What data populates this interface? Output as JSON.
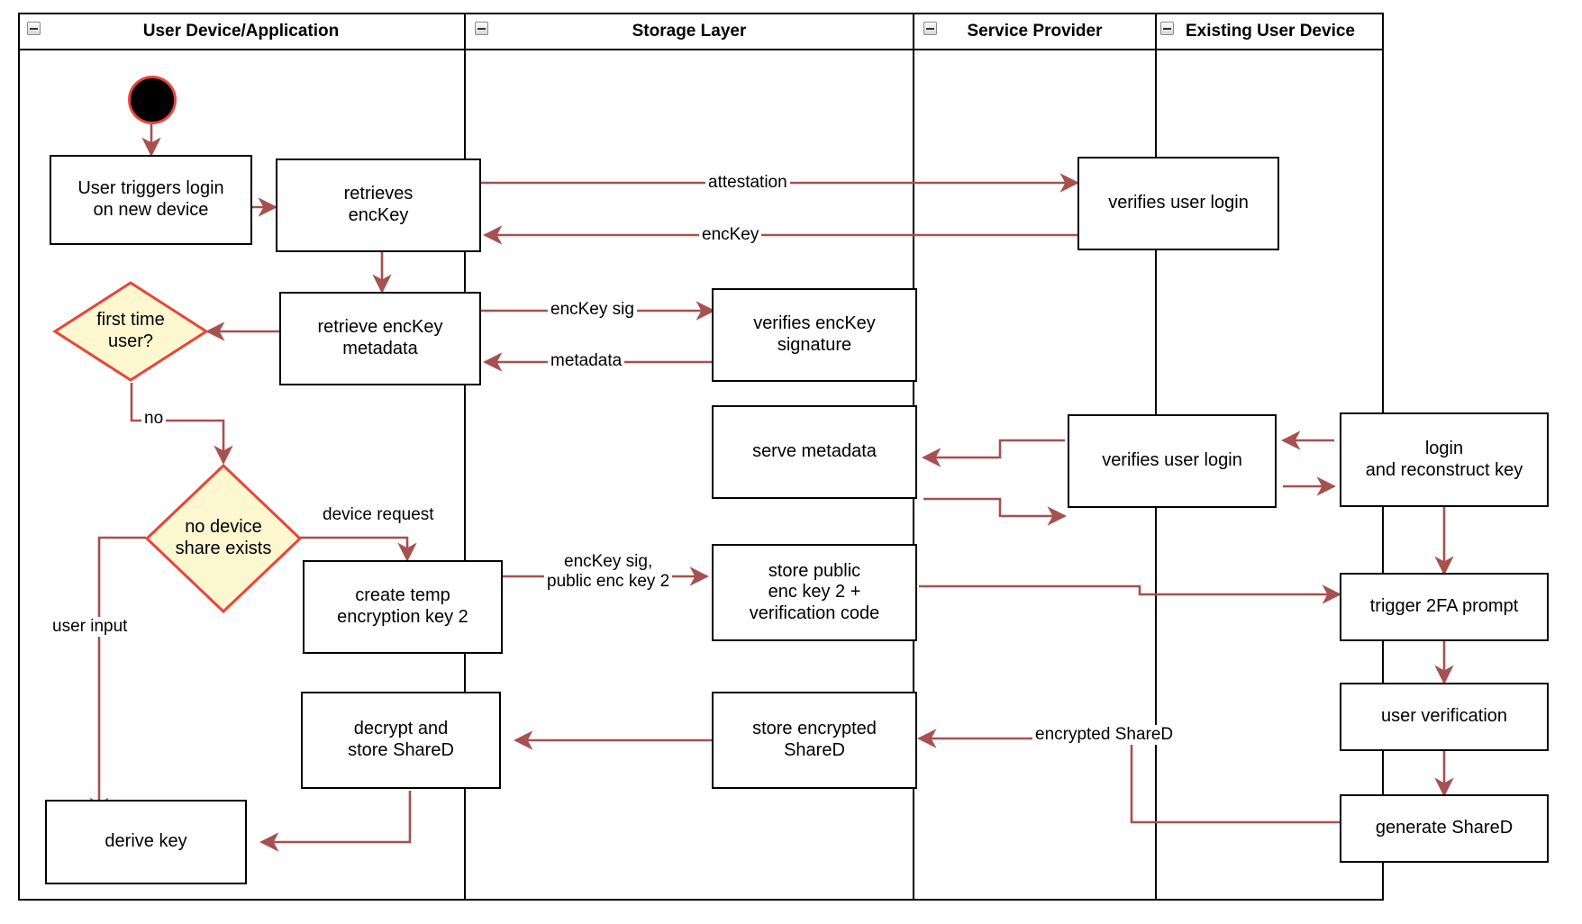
{
  "diagram": {
    "title": "Key recovery / device onboarding activity diagram",
    "colors": {
      "edge": "#a75050",
      "decision_fill": "#fdf8d0",
      "decision_stroke": "#e8453c",
      "node_stroke": "#000000",
      "start_fill": "#000000",
      "start_stroke": "#e8453c"
    }
  },
  "lanes": [
    {
      "id": "user-device",
      "label": "User Device/Application",
      "collapse_icon": "minus-icon"
    },
    {
      "id": "storage-layer",
      "label": "Storage Layer",
      "collapse_icon": "minus-icon"
    },
    {
      "id": "service-provider",
      "label": "Service Provider",
      "collapse_icon": "minus-icon"
    },
    {
      "id": "existing-user-device",
      "label": "Existing User Device",
      "collapse_icon": "minus-icon"
    }
  ],
  "nodes": {
    "start": {
      "type": "initial-node",
      "label": ""
    },
    "user_triggers_login": {
      "label": "User triggers login\non new device",
      "lane": "user-device"
    },
    "retrieves_enckey": {
      "label": "retrieves\nencKey",
      "lane": "user-device"
    },
    "retrieve_enckey_metadata": {
      "label": "retrieve encKey\nmetadata",
      "lane": "user-device"
    },
    "first_time_user": {
      "label": "first time\nuser?",
      "lane": "user-device",
      "type": "decision"
    },
    "no_device_share_exists": {
      "label": "no device\nshare exists",
      "lane": "user-device",
      "type": "decision"
    },
    "create_temp_encryption_key_2": {
      "label": "create temp\nencryption key 2",
      "lane": "user-device"
    },
    "decrypt_and_store_shared": {
      "label": "decrypt and\nstore ShareD",
      "lane": "user-device"
    },
    "derive_key": {
      "label": "derive key",
      "lane": "user-device"
    },
    "verifies_enckey_signature": {
      "label": "verifies encKey\nsignature",
      "lane": "storage-layer"
    },
    "serve_metadata": {
      "label": "serve metadata",
      "lane": "storage-layer"
    },
    "store_public_enc_key_2": {
      "label": "store public\nenc key 2 +\nverification code",
      "lane": "storage-layer"
    },
    "store_encrypted_shared": {
      "label": "store encrypted\nShareD",
      "lane": "storage-layer"
    },
    "verifies_user_login_1": {
      "label": "verifies user login",
      "lane": "service-provider"
    },
    "verifies_user_login_2": {
      "label": "verifies user login",
      "lane": "service-provider"
    },
    "login_and_reconstruct_key": {
      "label": "login\nand reconstruct key",
      "lane": "existing-user-device"
    },
    "trigger_2fa_prompt": {
      "label": "trigger 2FA prompt",
      "lane": "existing-user-device"
    },
    "user_verification": {
      "label": "user verification",
      "lane": "existing-user-device"
    },
    "generate_shared": {
      "label": "generate ShareD",
      "lane": "existing-user-device"
    }
  },
  "edge_labels": {
    "attestation": "attestation",
    "enckey": "encKey",
    "enckey_sig": "encKey sig",
    "metadata": "metadata",
    "no": "no",
    "device_request": "device request",
    "user_input": "user input",
    "enckey_sig_public_enc_key_2": "encKey sig,\npublic enc key 2",
    "encrypted_shared": "encrypted ShareD"
  }
}
